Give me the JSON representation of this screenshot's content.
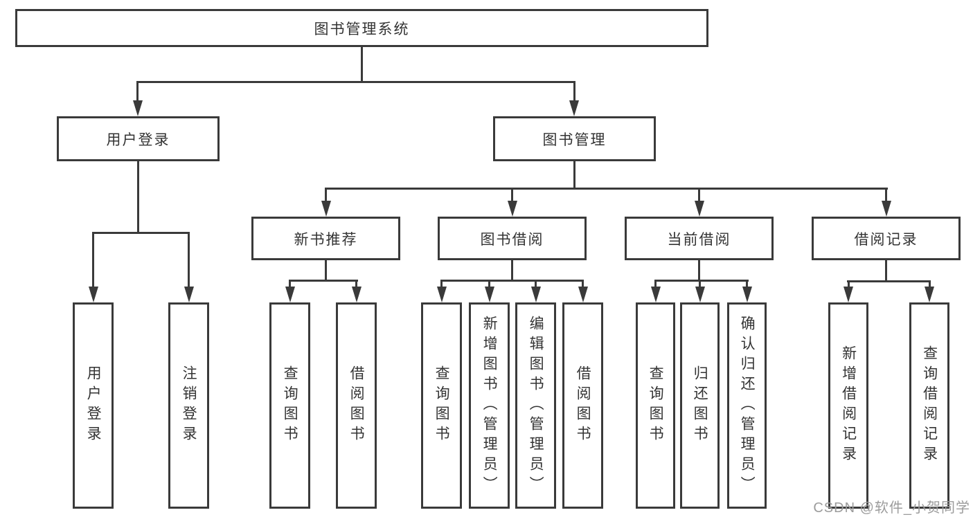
{
  "colors": {
    "line": "#3a3a3a",
    "box_border": "#3a3a3a",
    "box_fill": "#ffffff",
    "text": "#333333",
    "watermark": "#9c9c9c",
    "background": "#ffffff"
  },
  "tree": {
    "root": {
      "label": "图书管理系统"
    },
    "level2": {
      "user_login": {
        "label": "用户登录"
      },
      "book_management": {
        "label": "图书管理"
      }
    },
    "level3": {
      "new_book_recommend": {
        "label": "新书推荐"
      },
      "book_borrowing": {
        "label": "图书借阅"
      },
      "current_borrowing": {
        "label": "当前借阅"
      },
      "borrowing_records": {
        "label": "借阅记录"
      }
    },
    "leaves": {
      "user_login_child_1": {
        "label": "用户登录"
      },
      "user_login_child_2": {
        "label": "注销登录"
      },
      "new_book_child_1": {
        "label": "查询图书"
      },
      "new_book_child_2": {
        "label": "借阅图书"
      },
      "borrowing_child_1": {
        "label": "查询图书"
      },
      "borrowing_child_2": {
        "label": "新增图书（管理员）"
      },
      "borrowing_child_3": {
        "label": "编辑图书（管理员）"
      },
      "borrowing_child_4": {
        "label": "借阅图书"
      },
      "current_child_1": {
        "label": "查询图书"
      },
      "current_child_2": {
        "label": "归还图书"
      },
      "current_child_3": {
        "label": "确认归还（管理员）"
      },
      "records_child_1": {
        "label": "新增借阅记录"
      },
      "records_child_2": {
        "label": "查询借阅记录"
      }
    }
  },
  "watermark": {
    "text": "CSDN @软件_小贺同学"
  }
}
